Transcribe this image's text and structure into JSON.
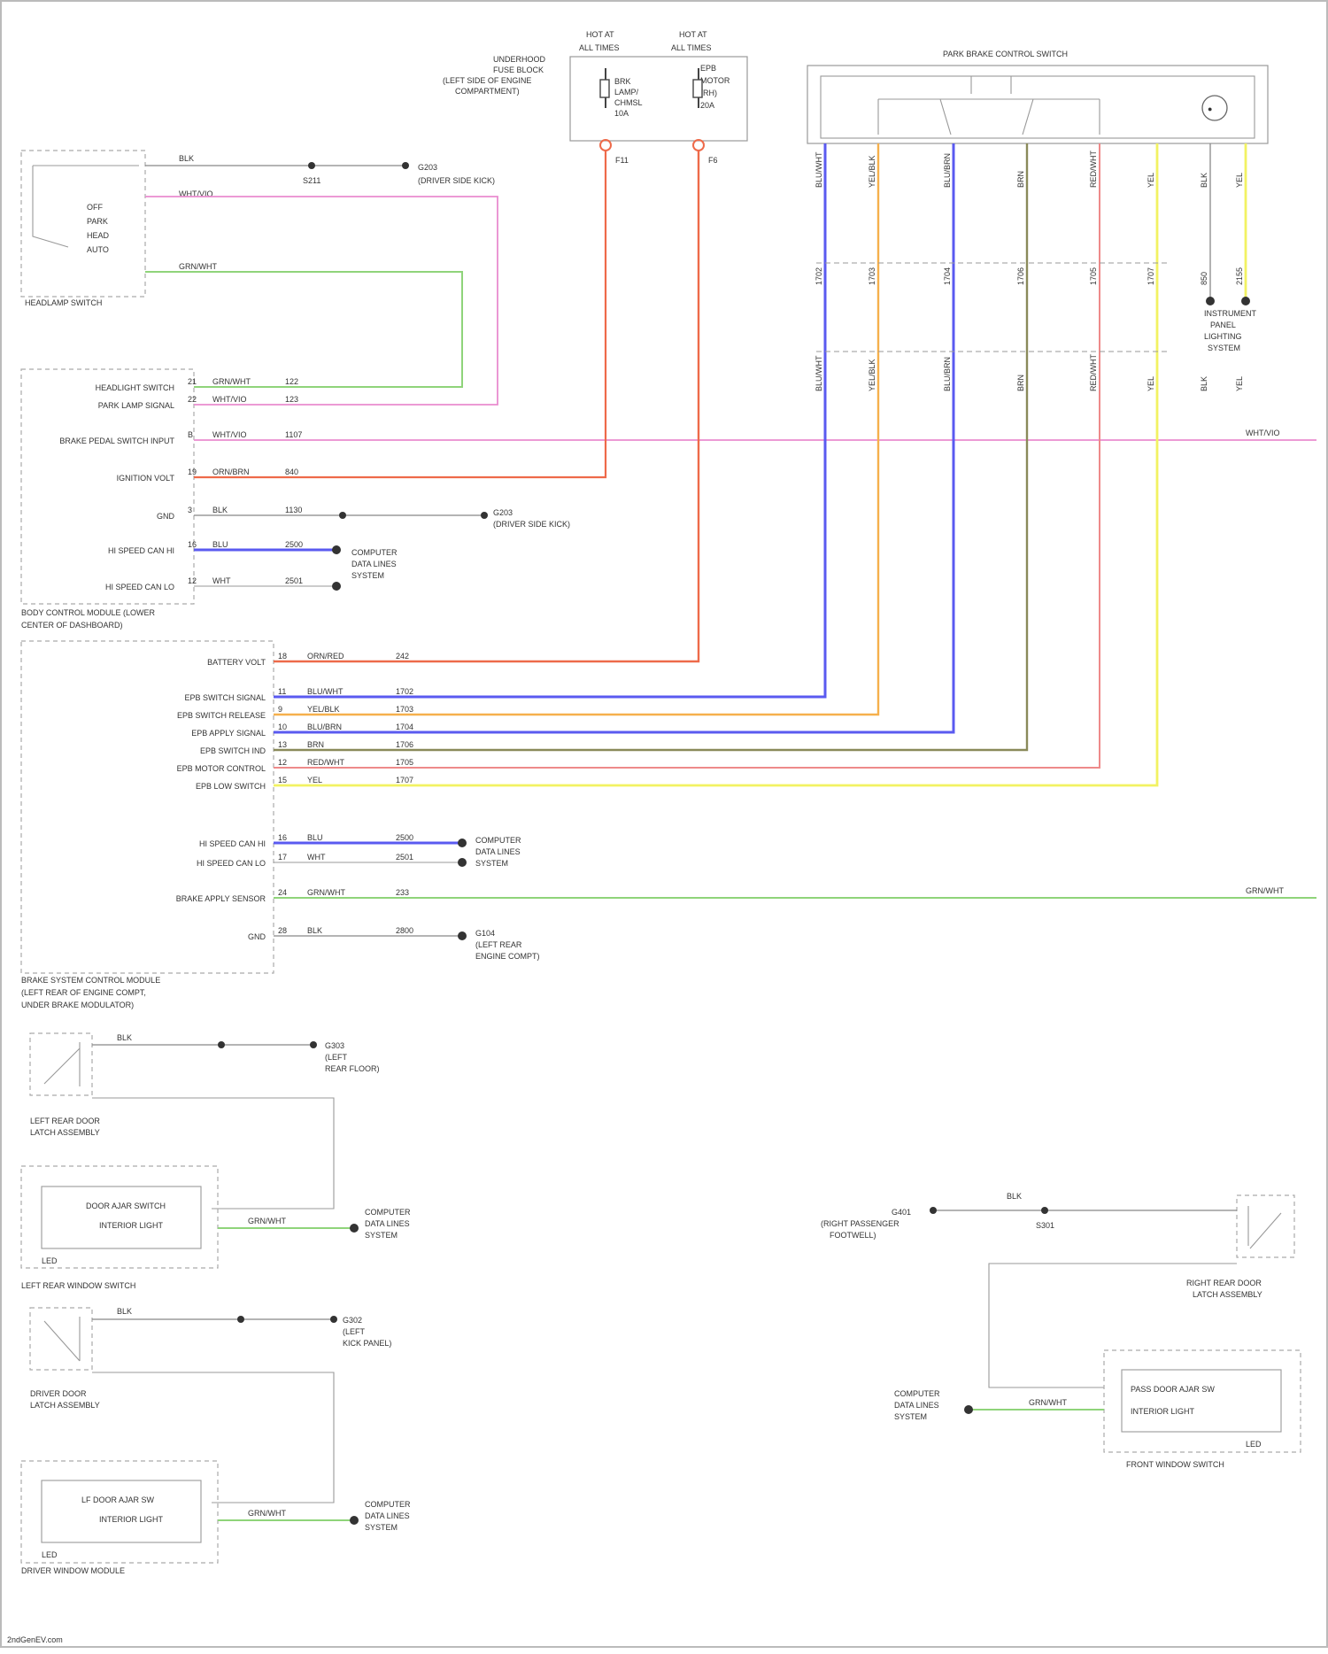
{
  "ecm": {
    "title_lines": [
      "UNDERHOOD",
      "FUSE BLOCK",
      "(LEFT SIDE OF ENGINE",
      "COMPARTMENT)"
    ],
    "fuses": [
      {
        "rating": "HOT AT",
        "rating2": "ALL TIMES",
        "fuse": "F11",
        "label_lines": [
          "BRK",
          "LAMP/",
          "CHMSL",
          "10A"
        ]
      },
      {
        "rating": "HOT AT",
        "rating2": "ALL TIMES",
        "fuse": "F6",
        "label_lines": [
          "EPB",
          "MOTOR",
          "(RH)",
          "20A"
        ]
      }
    ]
  },
  "parking_switch": {
    "title": "PARK BRAKE CONTROL SWITCH"
  },
  "headlamp_switch": {
    "title": "HEADLAMP SWITCH",
    "positions": [
      "OFF",
      "PARK",
      "HEAD",
      "AUTO"
    ],
    "wire_top": "BLK",
    "wire_pink": "WHT/VIO",
    "wire_green": "GRN/WHT"
  },
  "ground_top": {
    "splice": "S211",
    "label": "G203",
    "desc": "(DRIVER SIDE KICK)"
  },
  "bcm": {
    "title_lines": [
      "BODY CONTROL MODULE (LOWER",
      "CENTER OF DASHBOARD)"
    ],
    "pins": [
      {
        "name": "HEADLIGHT SWITCH",
        "pin": "21",
        "wire": "GRN/WHT",
        "circuit": "122"
      },
      {
        "name": "PARK LAMP SIGNAL",
        "pin": "22",
        "wire": "WHT/VIO",
        "circuit": "123"
      },
      {
        "name": "BRAKE PEDAL SWITCH INPUT",
        "pin": "B",
        "wire": "WHT/VIO",
        "circuit": "1107"
      },
      {
        "name": "IGNITION VOLT",
        "pin": "19",
        "wire": "ORN/BRN",
        "circuit": "840"
      },
      {
        "name": "GND",
        "pin": "3",
        "wire": "BLK",
        "circuit": "1130"
      },
      {
        "name": "HI SPEED CAN HI",
        "pin": "16",
        "wire": "BLU",
        "circuit": "2500"
      },
      {
        "name": "HI SPEED CAN LO",
        "pin": "12",
        "wire": "WHT",
        "circuit": "2501"
      }
    ]
  },
  "ebcm": {
    "title_lines": [
      "BRAKE SYSTEM CONTROL MODULE",
      "(LEFT REAR OF ENGINE COMPT,",
      "UNDER BRAKE MODULATOR)"
    ],
    "pins": [
      {
        "name": "BATTERY VOLT",
        "pin": "18",
        "wire": "ORN/RED",
        "circuit": "242"
      },
      {
        "name": "EPB SWITCH SIGNAL",
        "pin": "11",
        "wire": "BLU/WHT",
        "circuit": "1702"
      },
      {
        "name": "EPB SWITCH RELEASE",
        "pin": "9",
        "wire": "YEL/BLK",
        "circuit": "1703"
      },
      {
        "name": "EPB APPLY SIGNAL",
        "pin": "10",
        "wire": "BLU/BRN",
        "circuit": "1704"
      },
      {
        "name": "EPB SWITCH IND",
        "pin": "13",
        "wire": "BRN",
        "circuit": "1706"
      },
      {
        "name": "EPB MOTOR CONTROL",
        "pin": "12",
        "wire": "RED/WHT",
        "circuit": "1705"
      },
      {
        "name": "EPB LOW SWITCH",
        "pin": "15",
        "wire": "YEL",
        "circuit": "1707"
      },
      {
        "name": "HI SPEED CAN HI",
        "pin": "16",
        "wire": "BLU",
        "circuit": "2500"
      },
      {
        "name": "HI SPEED CAN LO",
        "pin": "17",
        "wire": "WHT",
        "circuit": "2501"
      },
      {
        "name": "BRAKE APPLY SENSOR",
        "pin": "24",
        "wire": "GRN/WHT",
        "circuit": "233"
      },
      {
        "name": "GND",
        "pin": "28",
        "wire": "BLK",
        "circuit": "2800"
      }
    ],
    "ground": {
      "label": "G104",
      "desc_lines": [
        "(LEFT REAR",
        "ENGINE COMPT)"
      ]
    }
  },
  "data_link": {
    "label_lines": [
      "COMPUTER",
      "DATA LINES",
      "SYSTEM"
    ]
  },
  "edge_labels": {
    "right_pink": "WHT/VIO",
    "right_green": "GRN/WHT"
  },
  "park_switch_wires": [
    {
      "color": "BLU/WHT",
      "circuit": "1702"
    },
    {
      "color": "YEL/BLK",
      "circuit": "1703"
    },
    {
      "color": "BLU/BRN",
      "circuit": "1704"
    },
    {
      "color": "BRN",
      "circuit": "1706"
    },
    {
      "color": "RED/WHT",
      "circuit": "1705"
    },
    {
      "color": "YEL",
      "circuit": "1707"
    },
    {
      "color": "BLK",
      "circuit": "850"
    },
    {
      "color": "YEL",
      "circuit": "2155"
    }
  ],
  "illum": {
    "label_lines": [
      "INSTRUMENT",
      "PANEL",
      "LIGHTING",
      "SYSTEM"
    ]
  },
  "left_rear_latch": {
    "title_lines": [
      "LEFT REAR DOOR",
      "LATCH ASSEMBLY"
    ],
    "wire_top": "BLK",
    "ground": "G303",
    "ground_desc_lines": [
      "(LEFT",
      "REAR FLOOR)"
    ]
  },
  "left_rear_switch": {
    "title": "LEFT REAR WINDOW SWITCH",
    "line1": "DOOR AJAR SWITCH",
    "line2": "INTERIOR LIGHT",
    "wire": "GRN/WHT",
    "led": "LED"
  },
  "driver_latch": {
    "title_lines": [
      "DRIVER DOOR",
      "LATCH ASSEMBLY"
    ],
    "wire_top": "BLK",
    "ground": "G302",
    "ground_desc_lines": [
      "(LEFT",
      "KICK PANEL)"
    ]
  },
  "driver_module": {
    "title": "DRIVER WINDOW MODULE",
    "line1": "LF DOOR AJAR SW",
    "line2": "INTERIOR LIGHT",
    "wire": "GRN/WHT",
    "led": "LED"
  },
  "right_rear_latch": {
    "title_lines": [
      "RIGHT REAR DOOR",
      "LATCH ASSEMBLY"
    ],
    "ground": "G401",
    "ground_desc_lines": [
      "(RIGHT PASSENGER",
      "FOOTWELL)"
    ],
    "splice": "S301",
    "wire": "BLK"
  },
  "front_pass_switch": {
    "title": "FRONT WINDOW SWITCH",
    "line1": "PASS DOOR AJAR SW",
    "line2": "INTERIOR LIGHT",
    "wire": "GRN/WHT",
    "led": "LED"
  },
  "footer": "2ndGenEV.com",
  "colors": {
    "pink": "#e98ccf",
    "green": "#8fd47a",
    "red": "#ee6a4a",
    "blue": "#5a5af0",
    "orange": "#f6b04c",
    "olive": "#8a8a5a",
    "lightred": "#ee8a8a",
    "yellow": "#f2f262"
  }
}
